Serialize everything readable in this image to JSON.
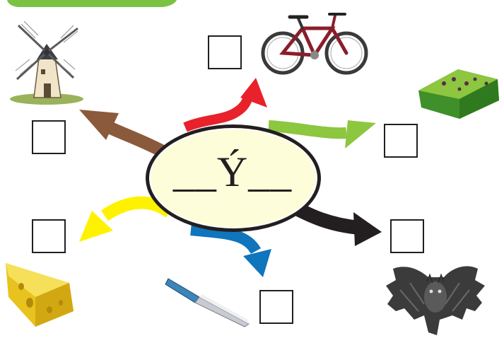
{
  "exercise": {
    "center_pattern": "__Ý__"
  },
  "items": [
    {
      "picture": "windmill",
      "answer_box": ""
    },
    {
      "picture": "bicycle",
      "answer_box": ""
    },
    {
      "picture": "soap-bar",
      "answer_box": ""
    },
    {
      "picture": "cheese",
      "answer_box": ""
    },
    {
      "picture": "knife",
      "answer_box": ""
    },
    {
      "picture": "bat",
      "answer_box": ""
    }
  ],
  "colors": {
    "arrow_brown": "#8b5a3c",
    "arrow_red": "#e8212a",
    "arrow_green": "#8dc63f",
    "arrow_yellow": "#fff200",
    "arrow_blue": "#0f75bc",
    "arrow_black": "#231f20",
    "ellipse_fill": "#fefdd9",
    "top_banner": "#7cc242"
  }
}
